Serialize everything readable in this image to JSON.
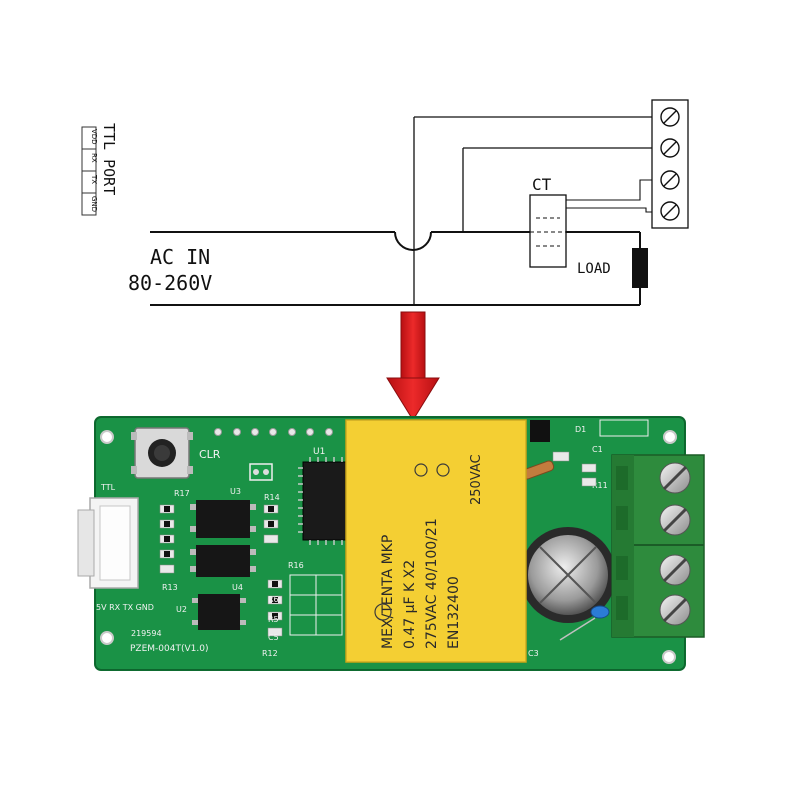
{
  "wiring": {
    "ttl_port_label": "TTL PORT",
    "ttl_pins": [
      "VDD",
      "RX",
      "TX",
      "GND"
    ],
    "ac_in_label": "AC IN",
    "ac_in_voltage": "80-260V",
    "ct_label": "CT",
    "load_label": "LOAD"
  },
  "board": {
    "button_label": "CLR",
    "chip_label": "U1",
    "pin_header_label": "TTL",
    "serial_number": "219594",
    "model": "PZEM-004T(V1.0)",
    "pin_labels": "5V RX TX GND",
    "component_labels": {
      "r17": "R17",
      "u3": "U3",
      "r14": "R14",
      "r16": "R16",
      "u4": "U4",
      "r13": "R13",
      "u2": "U2",
      "r6": "R6",
      "r5": "R5",
      "c5": "C5",
      "r12": "R12",
      "d1": "D1",
      "c1": "C1",
      "r11": "R11",
      "c3": "C3"
    },
    "capacitor": {
      "line1": "MEX/TENTA MKP",
      "line2": "0.47 µF  K  X2",
      "line3": "275VAC 40/100/21",
      "line4": "EN132400",
      "rating": "250VAC"
    }
  },
  "colors": {
    "pcb_green": "#1c9a4a",
    "terminal_green": "#2e8b3d",
    "capacitor_yellow": "#f3cb22",
    "arrow_red": "#d7191c",
    "wire": "#111111"
  }
}
